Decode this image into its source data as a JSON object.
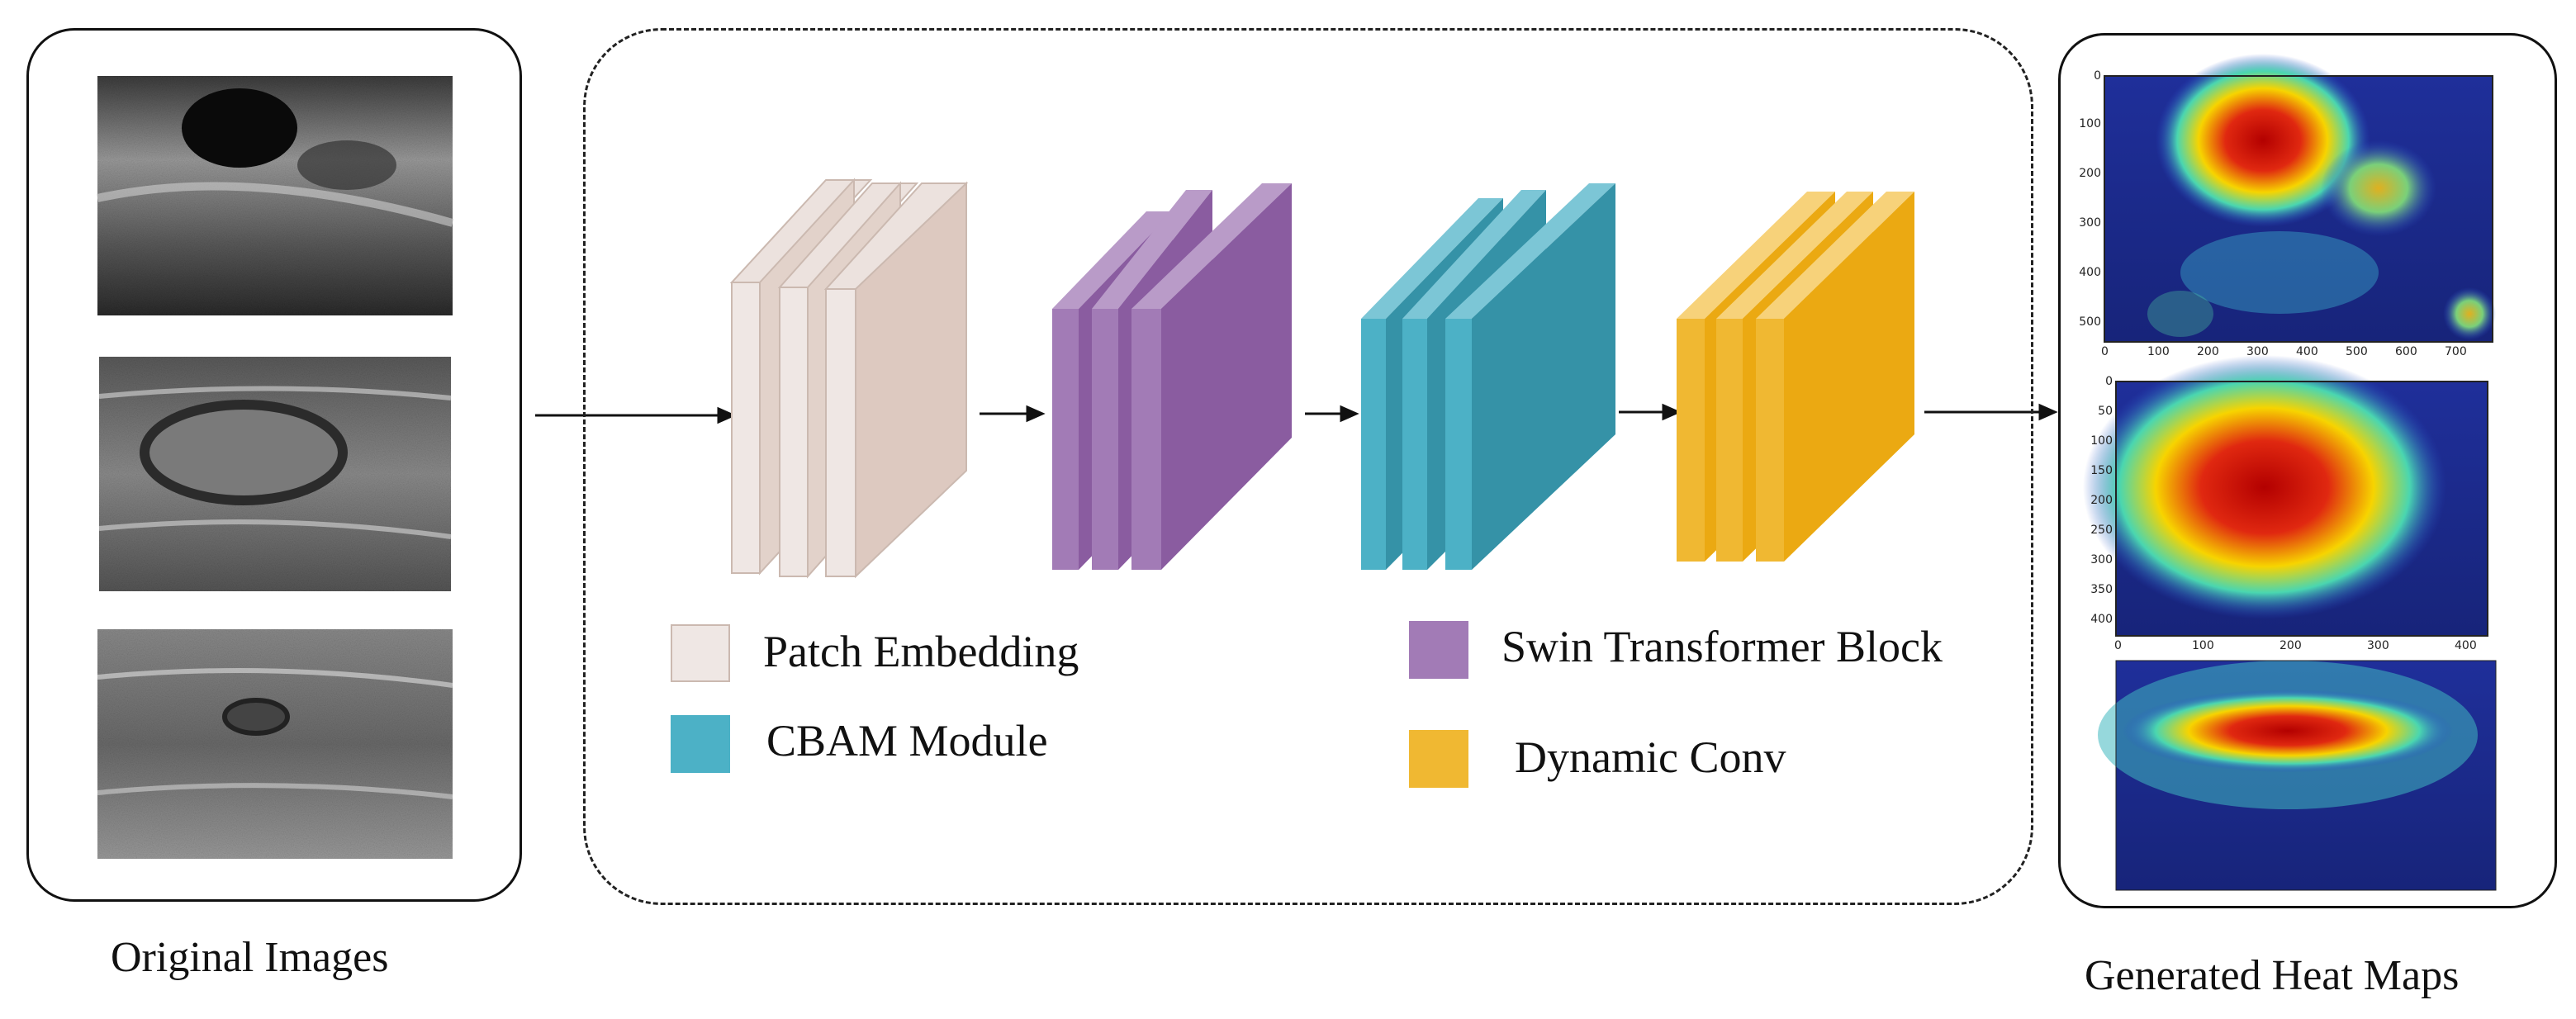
{
  "captions": {
    "left": "Original Images",
    "right": "Generated Heat Maps"
  },
  "legend": {
    "patch_embedding": "Patch Embedding",
    "cbam_module": "CBAM Module",
    "swin_block": "Swin Transformer Block",
    "dynamic_conv": "Dynamic Conv"
  },
  "colors": {
    "patch_embedding": "#ddc9c0",
    "swin_block": "#8a5ca0",
    "cbam_module": "#3592a7",
    "dynamic_conv": "#eba912"
  },
  "heatmap_axes": {
    "map1": {
      "y_ticks": [
        "0",
        "100",
        "200",
        "300",
        "400",
        "500"
      ],
      "x_ticks": [
        "0",
        "100",
        "200",
        "300",
        "400",
        "500",
        "600",
        "700"
      ]
    },
    "map2": {
      "y_ticks": [
        "0",
        "50",
        "100",
        "150",
        "200",
        "250",
        "300",
        "350",
        "400"
      ],
      "x_ticks": [
        "0",
        "100",
        "200",
        "300",
        "400"
      ]
    }
  }
}
